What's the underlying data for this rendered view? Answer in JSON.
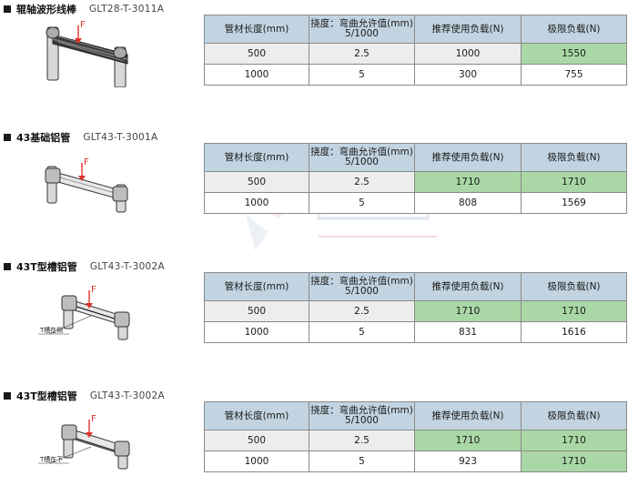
{
  "header": [
    "管材长度(mm)",
    "挠度：弯曲允许值(mm)",
    "5/1000",
    "推荐使用负载(N)",
    "极限负载(N)"
  ],
  "sections": [
    {
      "name": "辊轴波形线棒",
      "code": "GLT28-T-3011A",
      "force_label": "F",
      "note": "",
      "rows": [
        {
          "length": "500",
          "deflection": "2.5",
          "recommended": "1000",
          "ultimate": "1550"
        },
        {
          "length": "1000",
          "deflection": "5",
          "recommended": "300",
          "ultimate": "755"
        }
      ]
    },
    {
      "name": "43基础铝管",
      "code": "GLT43-T-3001A",
      "force_label": "F",
      "note": "",
      "rows": [
        {
          "length": "500",
          "deflection": "2.5",
          "recommended": "1710",
          "ultimate": "1710"
        },
        {
          "length": "1000",
          "deflection": "5",
          "recommended": "808",
          "ultimate": "1569"
        }
      ]
    },
    {
      "name": "43T型槽铝管",
      "code": "GLT43-T-3002A",
      "force_label": "F",
      "note": "T槽在侧",
      "rows": [
        {
          "length": "500",
          "deflection": "2.5",
          "recommended": "1710",
          "ultimate": "1710"
        },
        {
          "length": "1000",
          "deflection": "5",
          "recommended": "831",
          "ultimate": "1616"
        }
      ]
    },
    {
      "name": "43T型槽铝管",
      "code": "GLT43-T-3002A",
      "force_label": "F",
      "note": "T槽在下",
      "rows": [
        {
          "length": "500",
          "deflection": "2.5",
          "recommended": "1710",
          "ultimate": "1710"
        },
        {
          "length": "1000",
          "deflection": "5",
          "recommended": "923",
          "ultimate": "1710"
        }
      ]
    }
  ],
  "colors": {
    "header_bg": "#c2d4e1",
    "highlight": "#a9d8a6",
    "row_alt": "#ededed",
    "force": "#e0322c"
  }
}
